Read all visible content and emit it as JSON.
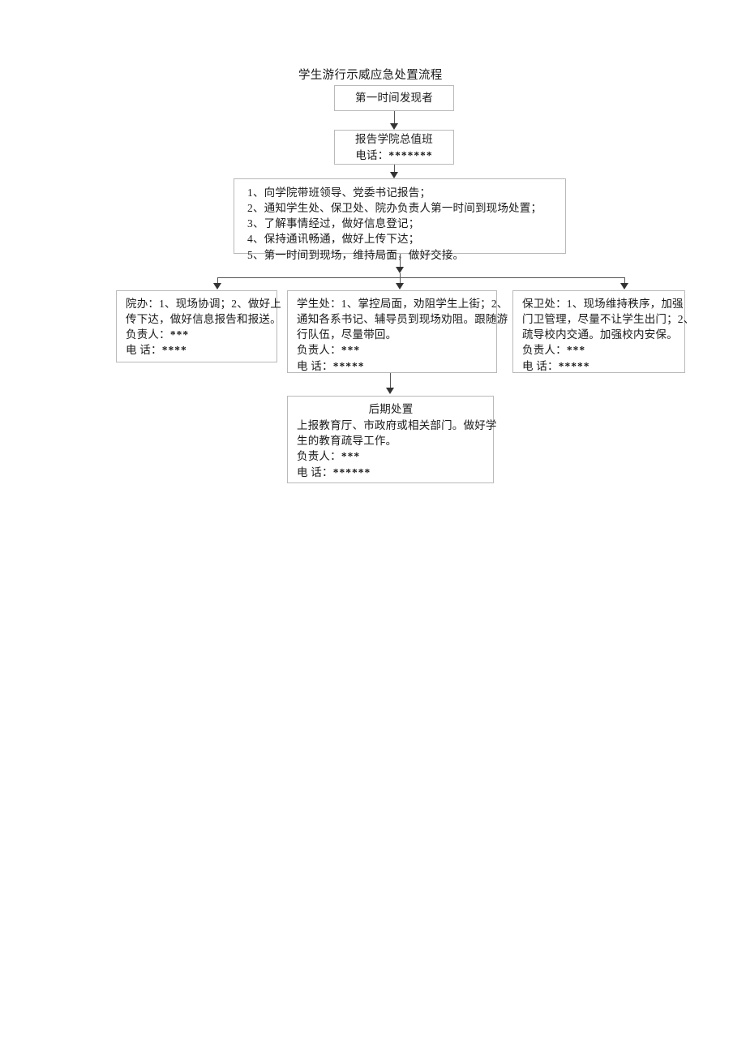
{
  "document": {
    "title": "学生游行示威应急处置流程"
  },
  "flow": {
    "discoverer": {
      "label": "第一时间发现者"
    },
    "report_duty": {
      "label": "报告学院总值班",
      "phone_label": "电话：",
      "phone_value": "*******"
    },
    "actions": {
      "items": [
        "1、向学院带班领导、党委书记报告；",
        "2、通知学生处、保卫处、院办负责人第一时间到现场处置；",
        "3、了解事情经过，做好信息登记；",
        "4、保持通讯畅通，做好上传下达；",
        "5、第一时间到现场，维持局面，做好交接。"
      ]
    },
    "branches": [
      {
        "key": "yuanban",
        "body": [
          "院办：1、现场协调；2、做好上",
          "传下达，做好信息报告和报送。"
        ],
        "owner_label": "负责人：",
        "owner_value": "***",
        "phone_label": "电  话：",
        "phone_value": "****"
      },
      {
        "key": "xueshengchu",
        "body": [
          "学生处：1、掌控局面，劝阻学生上街；2、",
          "通知各系书记、辅导员到现场劝阻。跟随游",
          "行队伍，尽量带回。"
        ],
        "owner_label": "负责人：",
        "owner_value": "***",
        "phone_label": "电  话：",
        "phone_value": "*****"
      },
      {
        "key": "baoweichu",
        "body": [
          "保卫处：1、现场维持秩序，加强",
          "门卫管理，尽量不让学生出门；2、",
          "疏导校内交通。加强校内安保。"
        ],
        "owner_label": "负责人：",
        "owner_value": "***",
        "phone_label": "电  话：",
        "phone_value": "*****"
      }
    ],
    "followup": {
      "heading": "后期处置",
      "body": [
        "上报教育厅、市政府或相关部门。做好学",
        "生的教育疏导工作。"
      ],
      "owner_label": "负责人：",
      "owner_value": "***",
      "phone_label": "电  话：",
      "phone_value": "******"
    }
  },
  "colors": {
    "box_border": "#b9b9b9",
    "connector": "#555555",
    "arrow": "#333333",
    "text": "#1a1a1a",
    "page_background": "#ffffff"
  }
}
